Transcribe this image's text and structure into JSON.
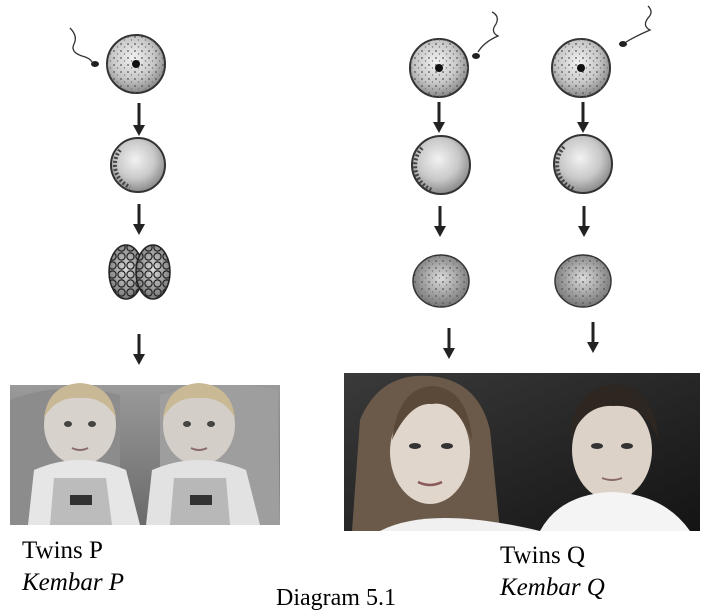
{
  "twins_p": {
    "label": "Twins P",
    "label_malay": "Kembar P"
  },
  "twins_q": {
    "label": "Twins Q",
    "label_malay": "Kembar Q"
  },
  "caption": "Diagram 5.1"
}
